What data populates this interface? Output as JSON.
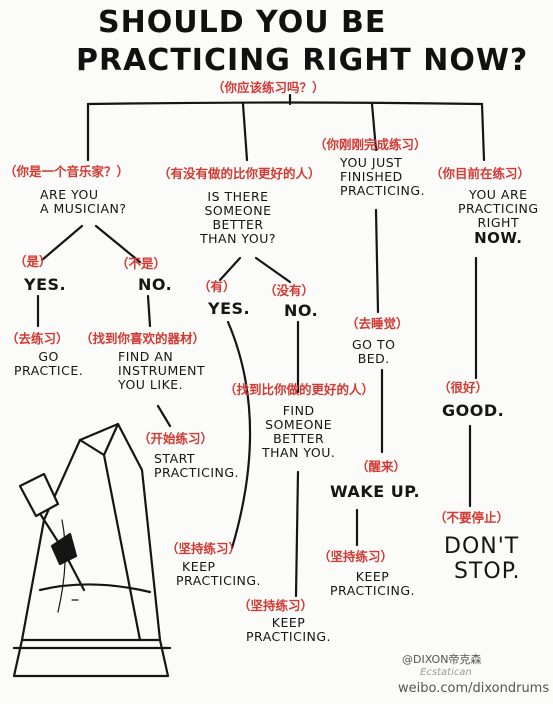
{
  "title": {
    "line1": "SHOULD YOU BE",
    "line2": "PRACTICING RIGHT NOW?"
  },
  "root_cn": "（你应该练习吗？）",
  "branches": {
    "musician": {
      "cn": "（你是一个音乐家？）",
      "question": [
        "ARE YOU",
        "A MUSICIAN?"
      ],
      "yes_cn": "（是）",
      "yes": "YES.",
      "no_cn": "（不是）",
      "no": "NO.",
      "go_cn": "（去练习）",
      "go": [
        "GO",
        "PRACTICE."
      ],
      "find_cn": "（找到你喜欢的器材）",
      "find": [
        "FIND AN",
        "INSTRUMENT",
        "YOU LIKE."
      ],
      "start_cn": "（开始练习）",
      "start": [
        "START",
        "PRACTICING."
      ]
    },
    "better": {
      "cn": "（有没有做的比你更好的人）",
      "question": [
        "IS THERE",
        "SOMEONE",
        "BETTER",
        "THAN YOU?"
      ],
      "yes_cn": "（有）",
      "yes": "YES.",
      "no_cn": "（没有）",
      "no": "NO.",
      "keep_cn": "（坚持练习）",
      "keep": [
        "KEEP",
        "PRACTICING."
      ],
      "find_cn": "（找到比你做的更好的人）",
      "find": [
        "FIND",
        "SOMEONE",
        "BETTER",
        "THAN YOU."
      ],
      "keep2_cn": "（坚持练习）",
      "keep2": [
        "KEEP",
        "PRACTICING."
      ]
    },
    "finished": {
      "cn": "（你刚刚完成练习）",
      "question": [
        "YOU JUST",
        "FINISHED",
        "PRACTICING."
      ],
      "bed_cn": "（去睡觉）",
      "bed": [
        "GO TO",
        "BED."
      ],
      "wake_cn": "（醒来）",
      "wake": "WAKE UP.",
      "keep_cn": "（坚持练习）",
      "keep": [
        "KEEP",
        "PRACTICING."
      ]
    },
    "now": {
      "cn": "（你目前在练习）",
      "question": [
        "YOU ARE",
        "PRACTICING",
        "RIGHT"
      ],
      "now_word": "NOW.",
      "good_cn": "（很好）",
      "good": "GOOD.",
      "stop_cn": "（不要停止）",
      "stop": [
        "DON'T",
        "STOP."
      ]
    }
  },
  "watermark": {
    "handle": "@DIXON帝克森",
    "brand": "Ecstatican",
    "url": "weibo.com/dixondrums"
  },
  "colors": {
    "ink": "#151515",
    "annotation": "#d23a33",
    "paper": "#fbfbf9"
  }
}
